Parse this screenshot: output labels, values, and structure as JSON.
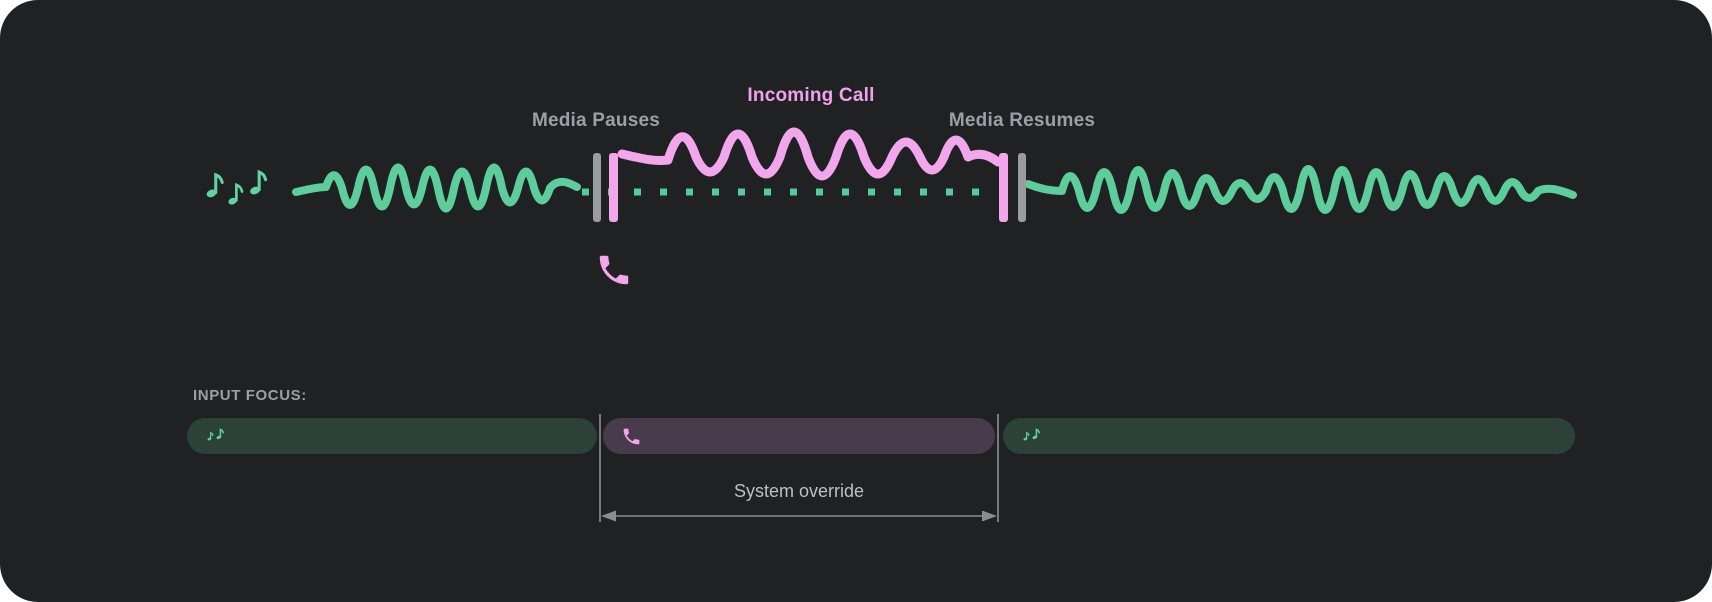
{
  "header": {
    "incoming_call_label": "Incoming Call",
    "media_pauses_label": "Media Pauses",
    "media_resumes_label": "Media Resumes"
  },
  "timeline": {
    "phases": [
      {
        "kind": "media-playing",
        "icon": "music-notes-icon",
        "color": "#5CCD9B"
      },
      {
        "kind": "incoming-call",
        "icon": "phone-icon",
        "color": "#F2A7EC"
      },
      {
        "kind": "media-playing",
        "icon": "music-notes-icon",
        "color": "#5CCD9B"
      }
    ],
    "events": [
      {
        "name": "media-pauses",
        "label": "Media Pauses"
      },
      {
        "name": "media-resumes",
        "label": "Media Resumes"
      }
    ],
    "paused_media_style": "dotted-green-line"
  },
  "input_focus": {
    "heading": "INPUT FOCUS:",
    "segments": [
      {
        "name": "media",
        "icon": "music-notes-icon",
        "bg": "#2C4138"
      },
      {
        "name": "call",
        "icon": "phone-icon",
        "bg": "#483B4E"
      },
      {
        "name": "media",
        "icon": "music-notes-icon",
        "bg": "#2C4138"
      }
    ],
    "annotation": "System override"
  },
  "colors": {
    "canvas_background": "#1F2123",
    "media_green": "#5CCD9B",
    "call_pink": "#F2A7EC",
    "marker_gray": "#9A9DA0",
    "label_gray": "#9AA0A6",
    "annotation_gray": "#BDC1C6",
    "arrow_gray": "#8A8E91",
    "media_pill_bg": "#2C4138",
    "call_pill_bg": "#483B4E"
  }
}
